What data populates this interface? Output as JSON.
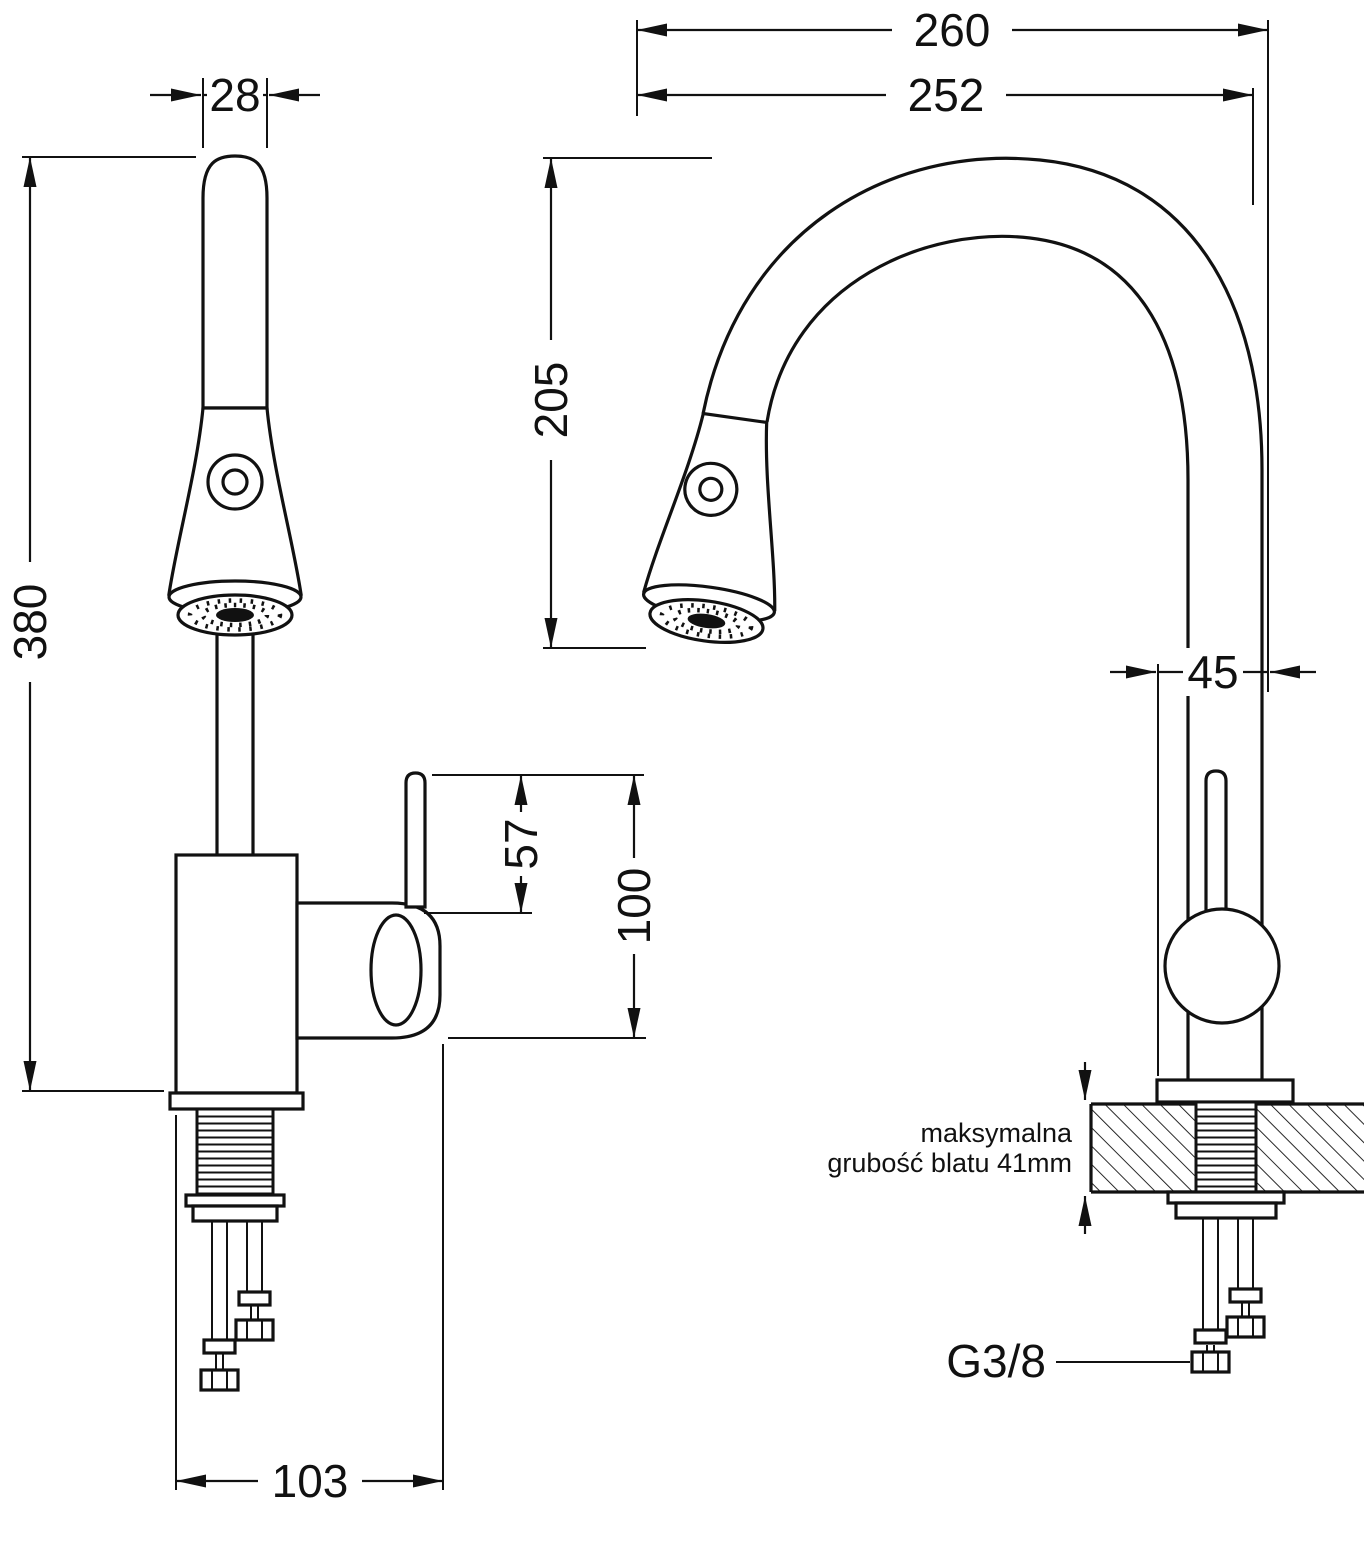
{
  "page": {
    "background": "#ffffff",
    "line_color": "#111111"
  },
  "front_view": {
    "dim_stem_width": "28",
    "dim_total_height": "380",
    "dim_lever_height": "57",
    "dim_handle_height": "100",
    "dim_base_depth": "103"
  },
  "side_view": {
    "dim_total_reach": "260",
    "dim_spout_reach": "252",
    "dim_spout_height": "205",
    "dim_spout_offset": "45",
    "note_line1": "maksymalna",
    "note_line2": "grubość blatu 41mm",
    "thread_label": "G3/8"
  }
}
